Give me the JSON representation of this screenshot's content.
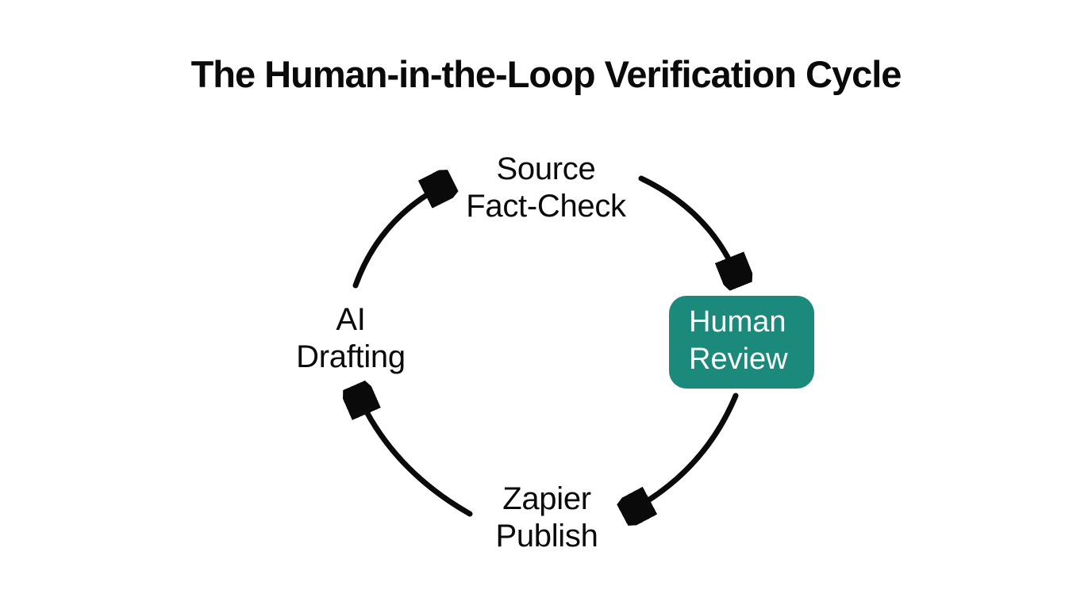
{
  "title": "The Human-in-the-Loop Verification Cycle",
  "diagram": {
    "type": "cycle",
    "direction": "clockwise",
    "nodes": [
      {
        "id": "source-fact-check",
        "label": "Source\nFact-Check",
        "style": "plain-text"
      },
      {
        "id": "human-review",
        "label": "Human\nReview",
        "style": "filled-box",
        "fill": "#1b897c",
        "text_color": "#ffffff"
      },
      {
        "id": "zapier-publish",
        "label": "Zapier\nPublish",
        "style": "plain-text"
      },
      {
        "id": "ai-drafting",
        "label": "AI\nDrafting",
        "style": "plain-text"
      }
    ],
    "edges": [
      {
        "from": "source-fact-check",
        "to": "human-review"
      },
      {
        "from": "human-review",
        "to": "zapier-publish"
      },
      {
        "from": "zapier-publish",
        "to": "ai-drafting"
      },
      {
        "from": "ai-drafting",
        "to": "source-fact-check"
      }
    ]
  },
  "colors": {
    "background": "#ffffff",
    "text": "#0a0a0a",
    "arrow": "#0a0a0a",
    "accent_teal": "#1b897c"
  }
}
